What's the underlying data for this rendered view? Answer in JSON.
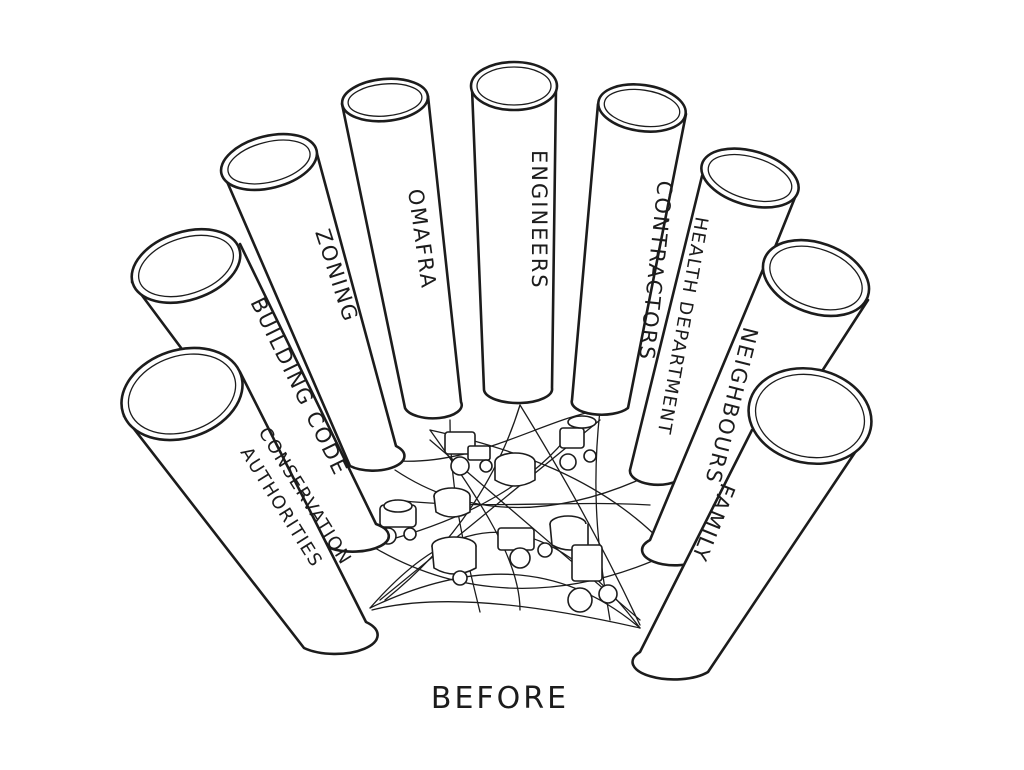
{
  "diagram": {
    "caption": "BEFORE",
    "pillars": [
      "CONSERVATION AUTHORITIES",
      "BUILDING CODE",
      "ZONING",
      "OMAFRA",
      "ENGINEERS",
      "CONTRACTORS",
      "HEALTH DEPARTMENT",
      "NEIGHBOURS",
      "FAMILY"
    ],
    "conservation_line1": "CONSERVATION",
    "conservation_line2": "AUTHORITIES",
    "center_icon": "tangled-web-with-farm-equipment-icon"
  }
}
